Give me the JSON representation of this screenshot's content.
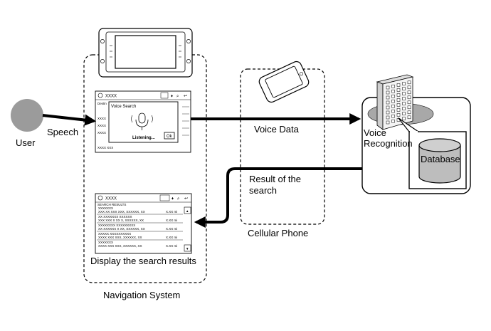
{
  "labels": {
    "user": "User",
    "speech": "Speech",
    "voice_data": "Voice Data",
    "voice_recognition_line1": "Voice",
    "voice_recognition_line2": "Recognition",
    "database": "Database",
    "result_line1": "Result of the",
    "result_line2": "search",
    "cellular_phone": "Cellular Phone",
    "display_results": "Display the search results",
    "navigation_system": "Navigation System"
  },
  "screen1": {
    "header": "XXXX",
    "side_label": "Destin",
    "dialog_title": "Voice Search",
    "listening": "Listening...",
    "ok_button": "Ok",
    "row_placeholder": "XXXX",
    "footer_text": "XXXX XXX"
  },
  "screen2": {
    "header": "XXXX",
    "results_title": "SEARCH RESULTS",
    "results": [
      {
        "name": "XXXXXXX",
        "address": "XXX XX XXX XXX, XXXXXX, XX",
        "distance": "X.XX mi"
      },
      {
        "name": "XX XXXXXXX XXXXXX",
        "address": "XXX XXX X XX X, XXXXXX, XX",
        "distance": "X.XX mi"
      },
      {
        "name": "XXXXXXXX XXXXXXXXX",
        "address": "XX XXXXXX X XX, XXXXXX, XX",
        "distance": "X.XX mi"
      },
      {
        "name": "XXXXX XXXXXXXXXX",
        "address": "XXXX XXX XXX, XXXXXX, XX",
        "distance": "X.XX mi"
      },
      {
        "name": "XXXXXXX",
        "address": "XXXX XXX XXX, XXXXXX, XX",
        "distance": "X.XX mi"
      }
    ]
  },
  "colors": {
    "user_fill": "#9b9b9b",
    "dish_fill": "#a8a8a8",
    "building_fill": "#f4f4f4",
    "arrow": "#000000"
  }
}
